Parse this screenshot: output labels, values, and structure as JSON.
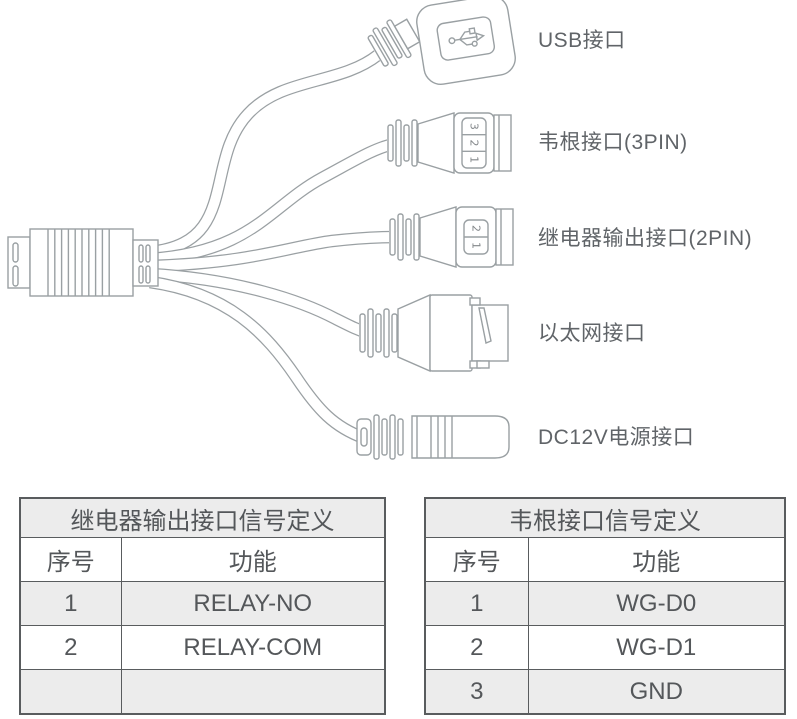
{
  "diagram": {
    "connector_labels": [
      {
        "id": "usb",
        "label": "USB接口"
      },
      {
        "id": "wiegand",
        "label": "韦根接口(3PIN)"
      },
      {
        "id": "relay",
        "label": "继电器输出接口(2PIN)"
      },
      {
        "id": "ethernet",
        "label": "以太网接口"
      },
      {
        "id": "dc12v",
        "label": "DC12V电源接口"
      }
    ],
    "wiegand_pins": [
      "3",
      "2",
      "1"
    ],
    "relay_pins": [
      "2",
      "1"
    ],
    "icons": {
      "usb_port": "usb-trident-icon"
    }
  },
  "tables": {
    "relay": {
      "title": "继电器输出接口信号定义",
      "headers": [
        "序号",
        "功能"
      ],
      "rows": [
        [
          "1",
          "RELAY-NO"
        ],
        [
          "2",
          "RELAY-COM"
        ],
        [
          "",
          ""
        ]
      ]
    },
    "wiegand": {
      "title": "韦根接口信号定义",
      "headers": [
        "序号",
        "功能"
      ],
      "rows": [
        [
          "1",
          "WG-D0"
        ],
        [
          "2",
          "WG-D1"
        ],
        [
          "3",
          "GND"
        ]
      ]
    }
  },
  "colors": {
    "line_art": "#9aa0a3",
    "label_text": "#606468",
    "table_border": "#595c5e",
    "table_text": "#54575a",
    "table_stripe": "#ececec",
    "background": "#ffffff"
  }
}
